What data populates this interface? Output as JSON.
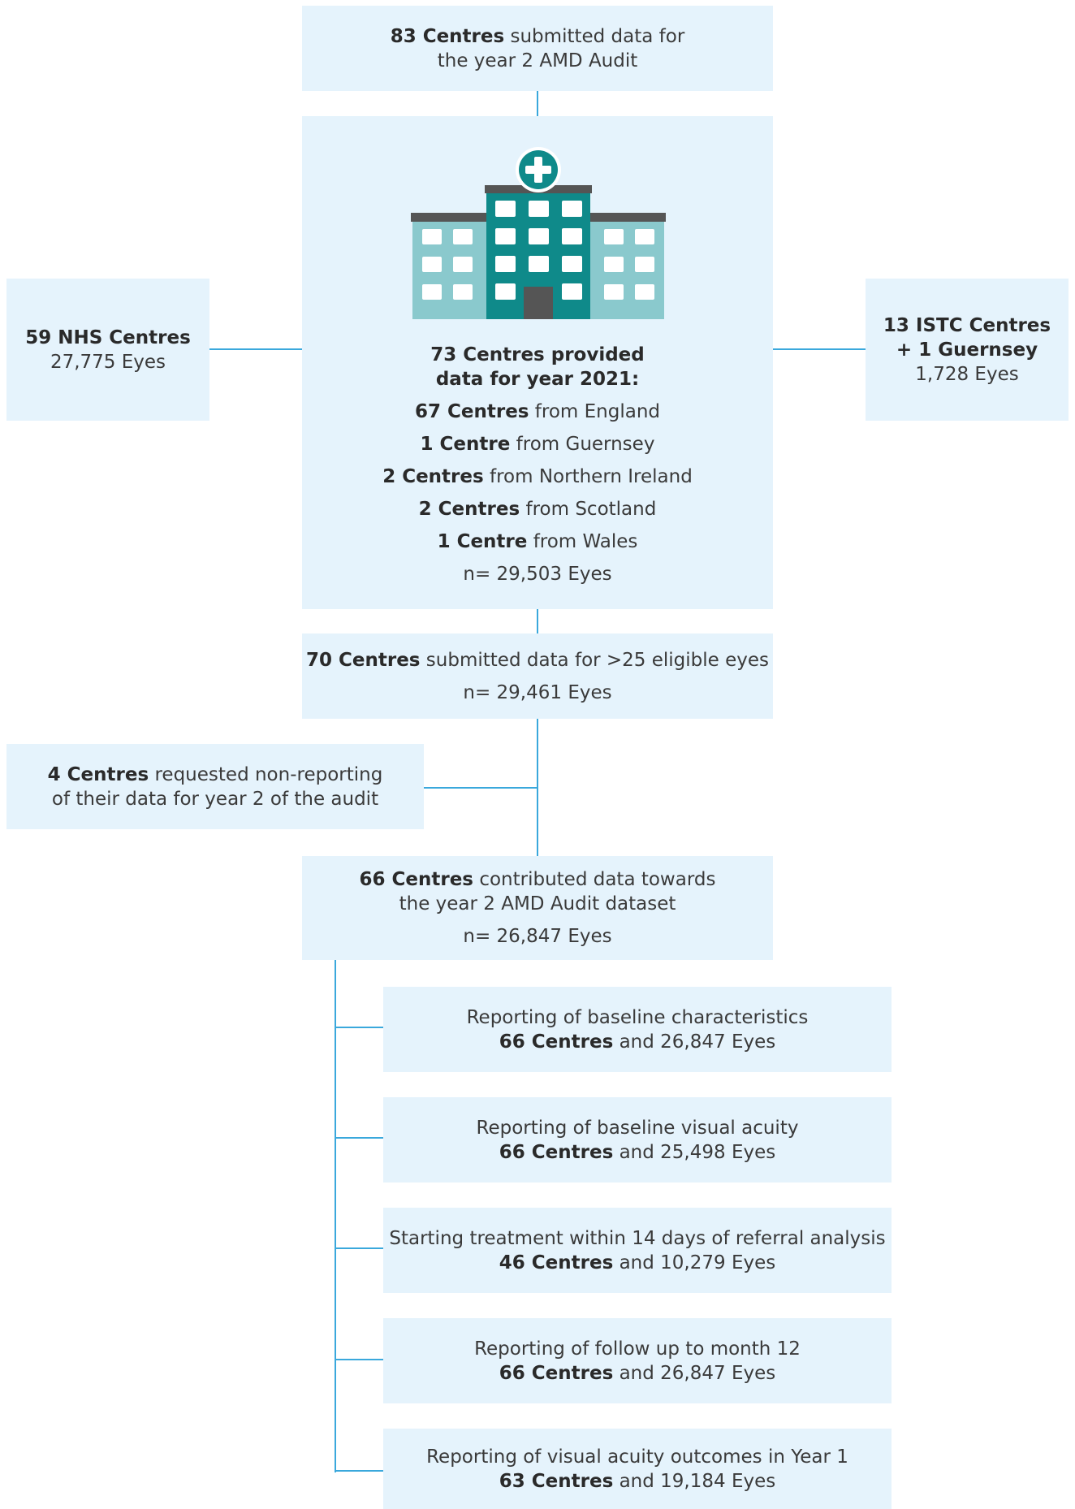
{
  "top": {
    "count": "83 Centres",
    "text": "submitted data for",
    "line2": "the year 2 AMD Audit"
  },
  "center": {
    "title1": "73 Centres provided",
    "title2": "data for year 2021:",
    "rows": [
      {
        "count": "67 Centres",
        "text": "from England"
      },
      {
        "count": "1 Centre",
        "text": "from Guernsey"
      },
      {
        "count": "2 Centres",
        "text": "from Northern Ireland"
      },
      {
        "count": "2 Centres",
        "text": "from Scotland"
      },
      {
        "count": "1 Centre",
        "text": "from Wales"
      }
    ],
    "total": "n= 29,503 Eyes"
  },
  "left": {
    "title": "59 NHS Centres",
    "eyes": "27,775 Eyes"
  },
  "right": {
    "title1": "13 ISTC Centres",
    "title2": "+ 1 Guernsey",
    "eyes": "1,728 Eyes"
  },
  "eligible": {
    "count": "70 Centres",
    "text": "submitted data for >25 eligible eyes",
    "total": "n= 29,461 Eyes"
  },
  "nonreport": {
    "count": "4 Centres",
    "text": "requested non-reporting",
    "line2": "of their data for year 2 of the audit"
  },
  "contributed": {
    "count": "66 Centres",
    "text": "contributed data towards",
    "line2": "the year 2 AMD Audit dataset",
    "total": "n= 26,847 Eyes"
  },
  "reports": [
    {
      "title": "Reporting of baseline characteristics",
      "count": "66 Centres",
      "detail": "and 26,847 Eyes"
    },
    {
      "title": "Reporting of baseline visual acuity",
      "count": "66 Centres",
      "detail": "and 25,498 Eyes"
    },
    {
      "title": "Starting treatment within 14 days of referral analysis",
      "count": "46 Centres",
      "detail": "and 10,279 Eyes"
    },
    {
      "title": "Reporting of follow up to month 12",
      "count": "66 Centres",
      "detail": "and 26,847 Eyes"
    },
    {
      "title": "Reporting of visual acuity outcomes in Year 1",
      "count": "63 Centres",
      "detail": "and 19,184 Eyes"
    }
  ],
  "colors": {
    "box": "#e5f3fc",
    "connector": "#3aa8dc",
    "teal": "#0f8a8a",
    "teal_light": "#8ac9cd",
    "roof": "#555555"
  }
}
